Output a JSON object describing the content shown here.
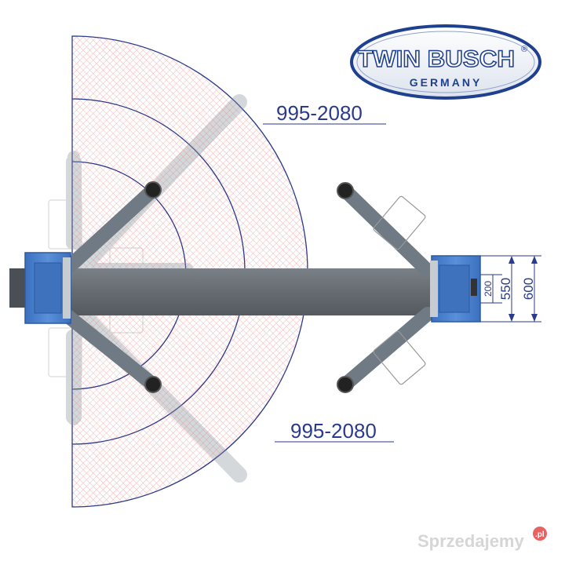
{
  "logo": {
    "brand": "TWIN BUSCH",
    "registered": "®",
    "subtitle": "GERMANY"
  },
  "dimensions": {
    "arm_range_top": "995-2080",
    "arm_range_bottom": "995-2080",
    "small_dim": "200",
    "mid_dim": "550",
    "large_dim": "600"
  },
  "watermark": {
    "site": "Sprzedajemy",
    "tld": ".pl"
  },
  "colors": {
    "post_blue": "#4a7fc9",
    "arm_gray": "#6f7a84",
    "beam_gray": "#6a6f75",
    "hatch_red": "#e9a3a3",
    "arc_line": "#2a3a8c",
    "logo_blue": "#1f3f8f"
  }
}
